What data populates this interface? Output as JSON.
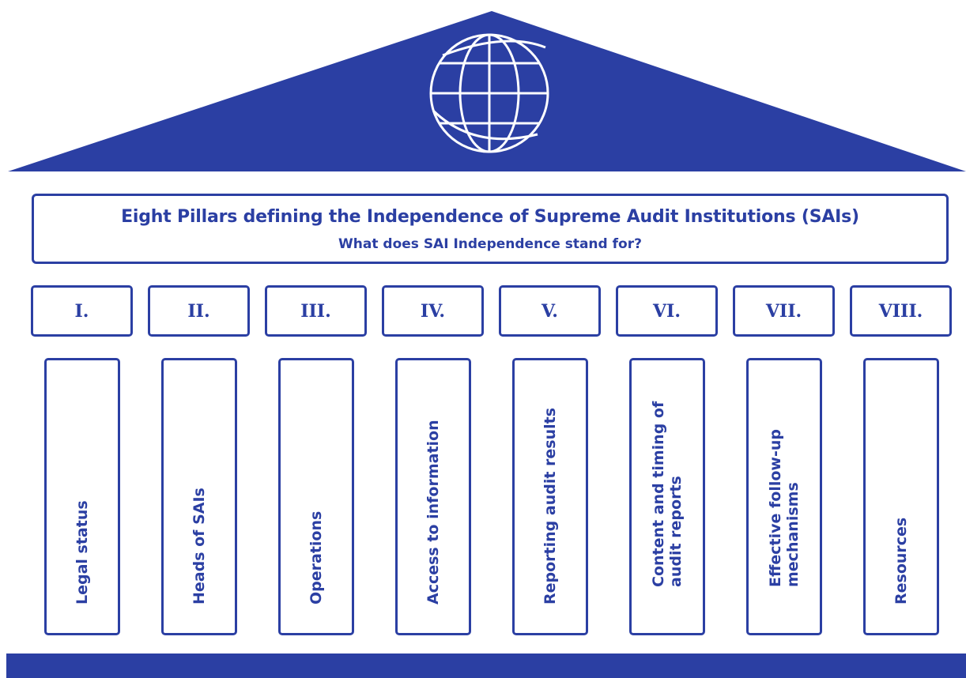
{
  "header": {
    "title": "Eight Pillars defining the Independence of Supreme Audit Institutions (SAIs)",
    "subtitle": "What does SAI Independence stand for?"
  },
  "pillars": [
    {
      "numeral": "I.",
      "label": "Legal status"
    },
    {
      "numeral": "II.",
      "label": "Heads of SAIs"
    },
    {
      "numeral": "III.",
      "label": "Operations"
    },
    {
      "numeral": "IV.",
      "label": "Access to information"
    },
    {
      "numeral": "V.",
      "label": "Reporting audit results"
    },
    {
      "numeral": "VI.",
      "label": "Content and timing of\naudit reports"
    },
    {
      "numeral": "VII.",
      "label": "Effective follow-up\nmechanisms"
    },
    {
      "numeral": "VIII.",
      "label": "Resources"
    }
  ],
  "colors": {
    "primary": "#2b3fa3",
    "background": "#ffffff"
  },
  "icons": {
    "roof_emblem": "globe-icon"
  }
}
